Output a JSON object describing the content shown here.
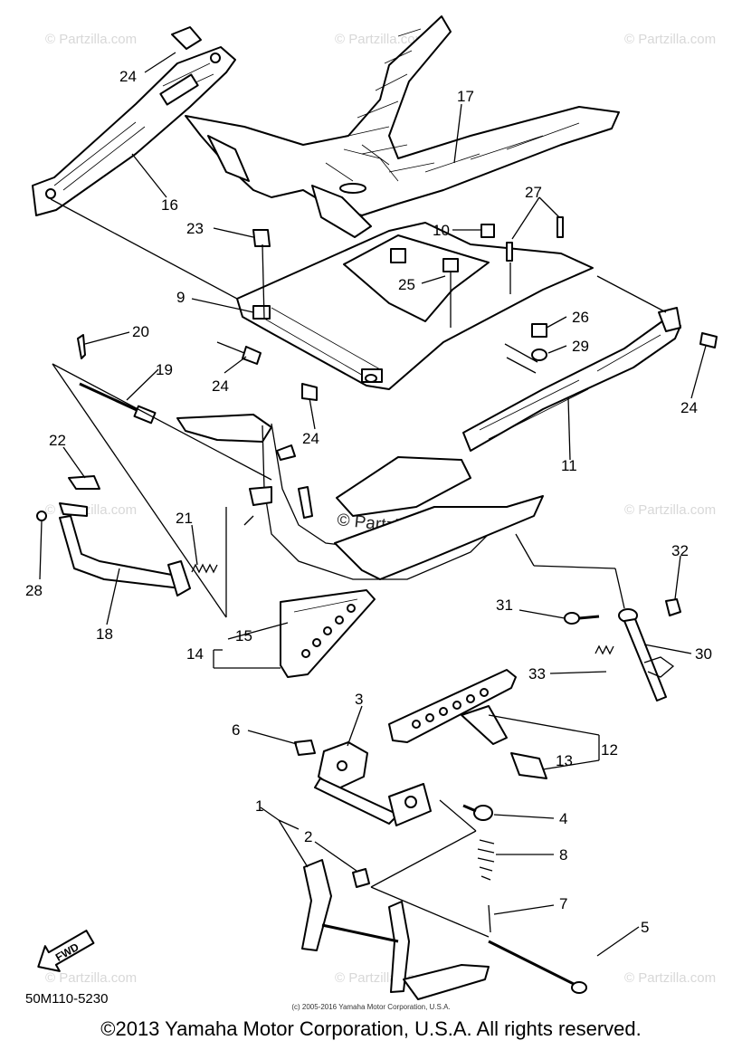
{
  "diagram": {
    "callouts": [
      "1",
      "2",
      "3",
      "4",
      "5",
      "6",
      "7",
      "8",
      "9",
      "10",
      "11",
      "12",
      "13",
      "14",
      "15",
      "16",
      "17",
      "18",
      "19",
      "20",
      "21",
      "22",
      "23",
      "24",
      "24",
      "24",
      "24",
      "24",
      "25",
      "26",
      "27",
      "28",
      "29",
      "30",
      "31",
      "32",
      "33"
    ],
    "fwd_label": "FWD",
    "diagram_code": "50M110-5230",
    "small_copyright": "(c) 2005-2016 Yamaha Motor Corporation, U.S.A.",
    "watermark": "© Partzilla.com",
    "center_watermark": "© Partzilla.com"
  },
  "footer": {
    "copyright": "©2013 Yamaha Motor Corporation, U.S.A. All rights reserved."
  }
}
